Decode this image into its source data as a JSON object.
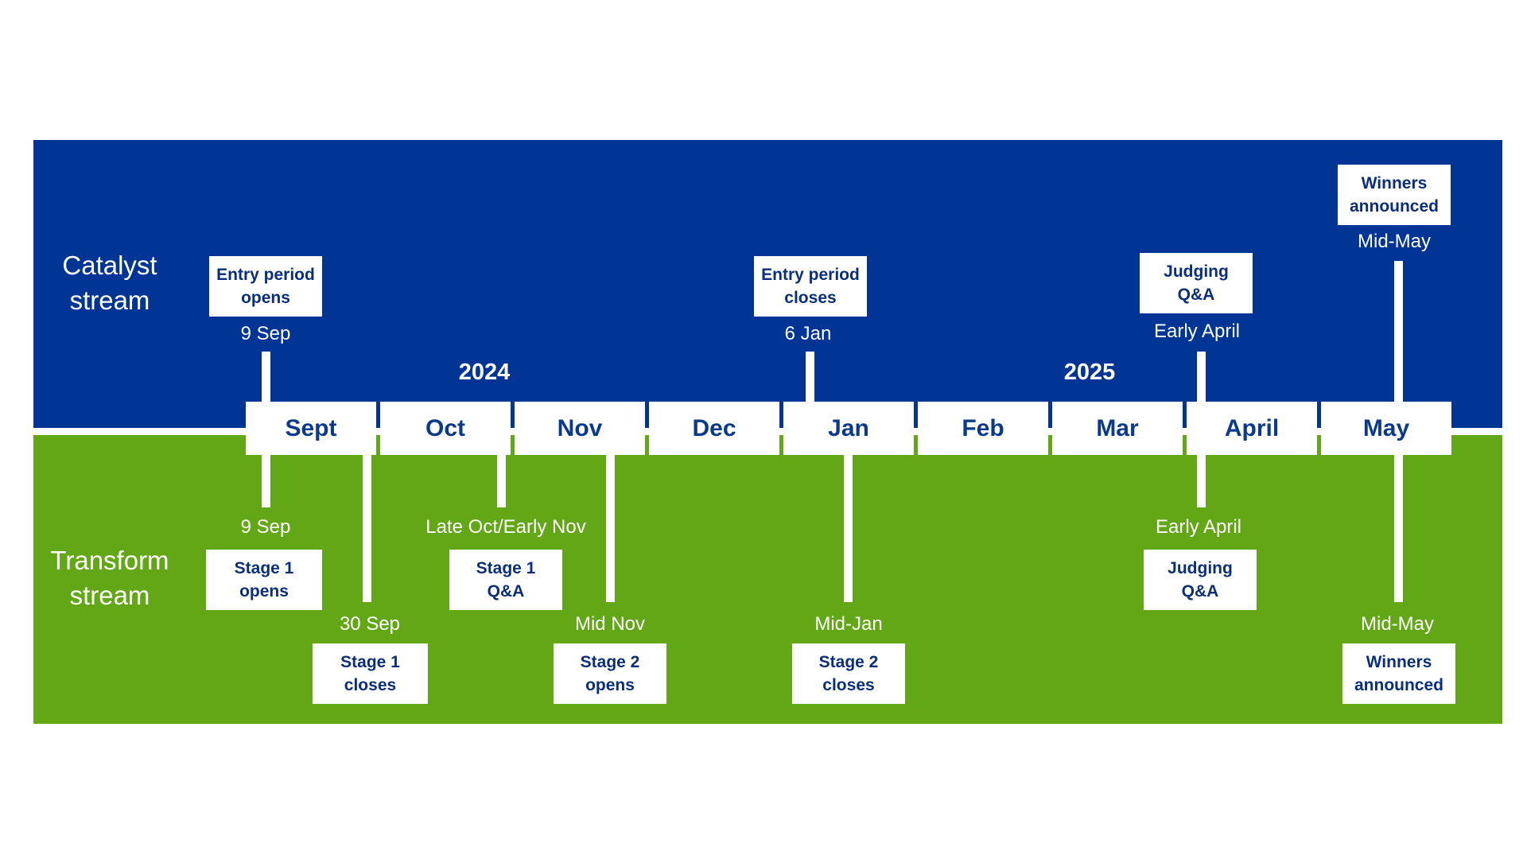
{
  "streams": {
    "catalyst": "Catalyst\nstream",
    "transform": "Transform\nstream"
  },
  "years": [
    "2024",
    "2025"
  ],
  "months": [
    "Sept",
    "Oct",
    "Nov",
    "Dec",
    "Jan",
    "Feb",
    "Mar",
    "April",
    "May"
  ],
  "catalyst_events": [
    {
      "date": "9 Sep",
      "label": "Entry period\nopens"
    },
    {
      "date": "6 Jan",
      "label": "Entry period\ncloses"
    },
    {
      "date": "Early April",
      "label": "Judging\nQ&A"
    },
    {
      "date": "Mid-May",
      "label": "Winners\nannounced"
    }
  ],
  "transform_events": [
    {
      "date": "9 Sep",
      "label": "Stage 1\nopens"
    },
    {
      "date": "30 Sep",
      "label": "Stage 1\ncloses"
    },
    {
      "date": "Late Oct/Early Nov",
      "label": "Stage 1\nQ&A"
    },
    {
      "date": "Mid Nov",
      "label": "Stage 2\nopens"
    },
    {
      "date": "Mid-Jan",
      "label": "Stage 2\ncloses"
    },
    {
      "date": "Early April",
      "label": "Judging\nQ&A"
    },
    {
      "date": "Mid-May",
      "label": "Winners\nannounced"
    }
  ],
  "colors": {
    "catalyst_band": "#003595",
    "transform_band": "#62a715",
    "box_text": "#0a2f7a"
  }
}
